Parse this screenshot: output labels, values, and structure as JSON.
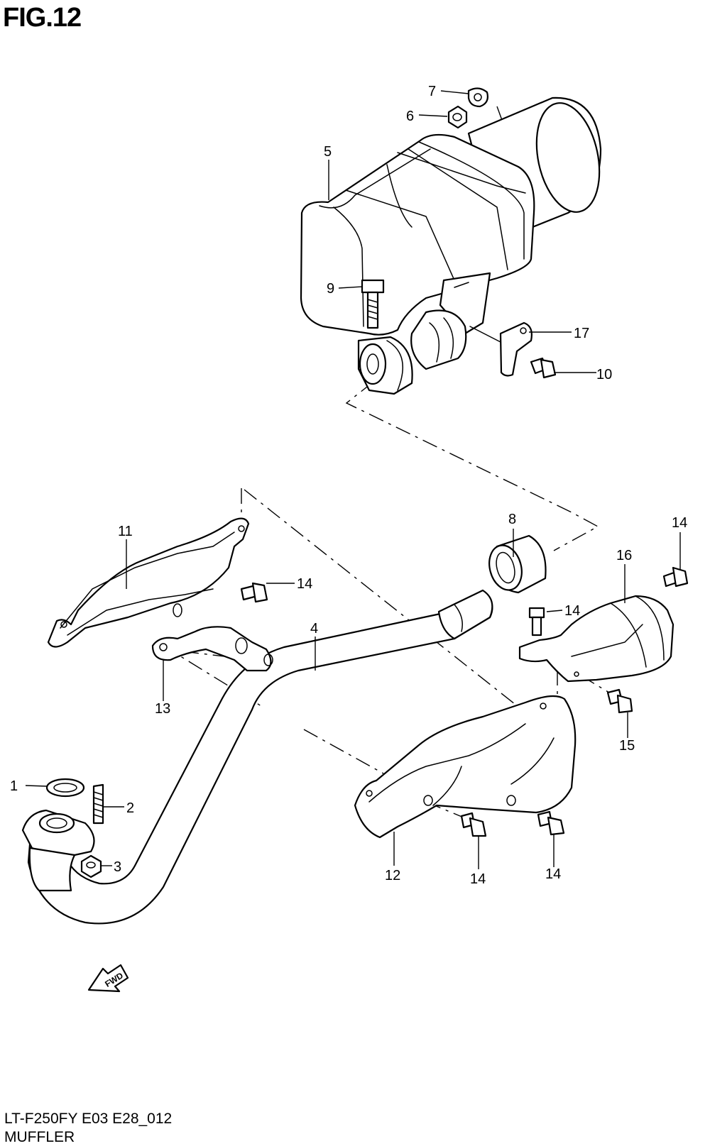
{
  "figure": {
    "title": "FIG.12"
  },
  "footer": {
    "model_code": "LT-F250FY E03 E28_012",
    "section_name": "MUFFLER"
  },
  "fwd_arrow": {
    "label": "FWD"
  },
  "callouts": [
    {
      "id": "c1",
      "label": "1"
    },
    {
      "id": "c2",
      "label": "2"
    },
    {
      "id": "c3",
      "label": "3"
    },
    {
      "id": "c4",
      "label": "4"
    },
    {
      "id": "c5",
      "label": "5"
    },
    {
      "id": "c6",
      "label": "6"
    },
    {
      "id": "c7",
      "label": "7"
    },
    {
      "id": "c8",
      "label": "8"
    },
    {
      "id": "c9",
      "label": "9"
    },
    {
      "id": "c10",
      "label": "10"
    },
    {
      "id": "c11",
      "label": "11"
    },
    {
      "id": "c12",
      "label": "12"
    },
    {
      "id": "c13",
      "label": "13"
    },
    {
      "id": "c14a",
      "label": "14"
    },
    {
      "id": "c14b",
      "label": "14"
    },
    {
      "id": "c14c",
      "label": "14"
    },
    {
      "id": "c14d",
      "label": "14"
    },
    {
      "id": "c14e",
      "label": "14"
    },
    {
      "id": "c15",
      "label": "15"
    },
    {
      "id": "c16",
      "label": "16"
    },
    {
      "id": "c17",
      "label": "17"
    }
  ]
}
